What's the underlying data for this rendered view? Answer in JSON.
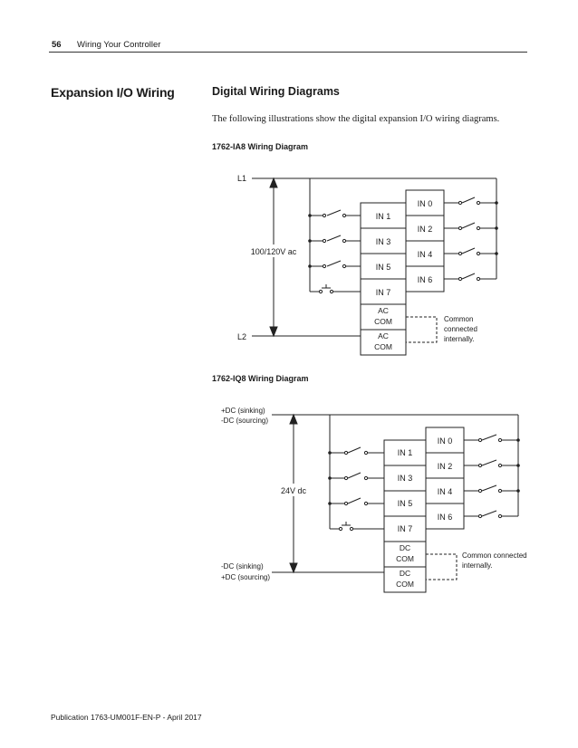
{
  "header": {
    "page_number": "56",
    "title": "Wiring Your Controller"
  },
  "sidebar": {
    "title": "Expansion I/O Wiring"
  },
  "section": {
    "title": "Digital Wiring Diagrams",
    "intro": "The following illustrations show the digital expansion I/O wiring diagrams."
  },
  "diagram1": {
    "title": "1762-IA8 Wiring Diagram",
    "line_top": "L1",
    "line_bottom": "L2",
    "voltage": "100/120V ac",
    "terminals_left": [
      "IN 1",
      "IN 3",
      "IN 5",
      "IN 7"
    ],
    "terminals_right": [
      "IN 0",
      "IN 2",
      "IN 4",
      "IN 6"
    ],
    "com_top": [
      "AC",
      "COM"
    ],
    "com_bottom": [
      "AC",
      "COM"
    ],
    "note": [
      "Common",
      "connected",
      "internally."
    ]
  },
  "diagram2": {
    "title": "1762-IQ8 Wiring Diagram",
    "top_labels": [
      "+DC (sinking)",
      "-DC (sourcing)"
    ],
    "bottom_labels": [
      "-DC (sinking)",
      "+DC (sourcing)"
    ],
    "voltage": "24V dc",
    "terminals_left": [
      "IN 1",
      "IN 3",
      "IN 5",
      "IN 7"
    ],
    "terminals_right": [
      "IN 0",
      "IN 2",
      "IN 4",
      "IN 6"
    ],
    "com_top": [
      "DC",
      "COM"
    ],
    "com_bottom": [
      "DC",
      "COM"
    ],
    "note": [
      "Common connected",
      "internally."
    ]
  },
  "footer": {
    "publication": "Publication 1763-UM001F-EN-P - April 2017"
  }
}
